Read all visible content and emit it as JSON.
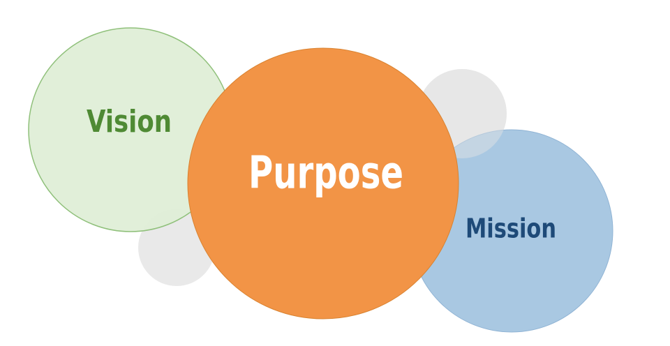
{
  "diagram": {
    "circles": {
      "vision": {
        "label": "Vision",
        "fill": "#dfeed7",
        "stroke": "#8fc07a",
        "text_color": "#4f8a34"
      },
      "purpose": {
        "label": "Purpose",
        "fill": "#f29446",
        "stroke": "#d9822f",
        "text_color": "#ffffff"
      },
      "mission": {
        "label": "Mission",
        "fill": "#a9c8e2",
        "stroke": "#8fb3d4",
        "text_color": "#1e4a78"
      },
      "decor_small_left": {
        "fill": "#e5e5e5"
      },
      "decor_small_right": {
        "fill": "#e5e5e5"
      }
    }
  }
}
